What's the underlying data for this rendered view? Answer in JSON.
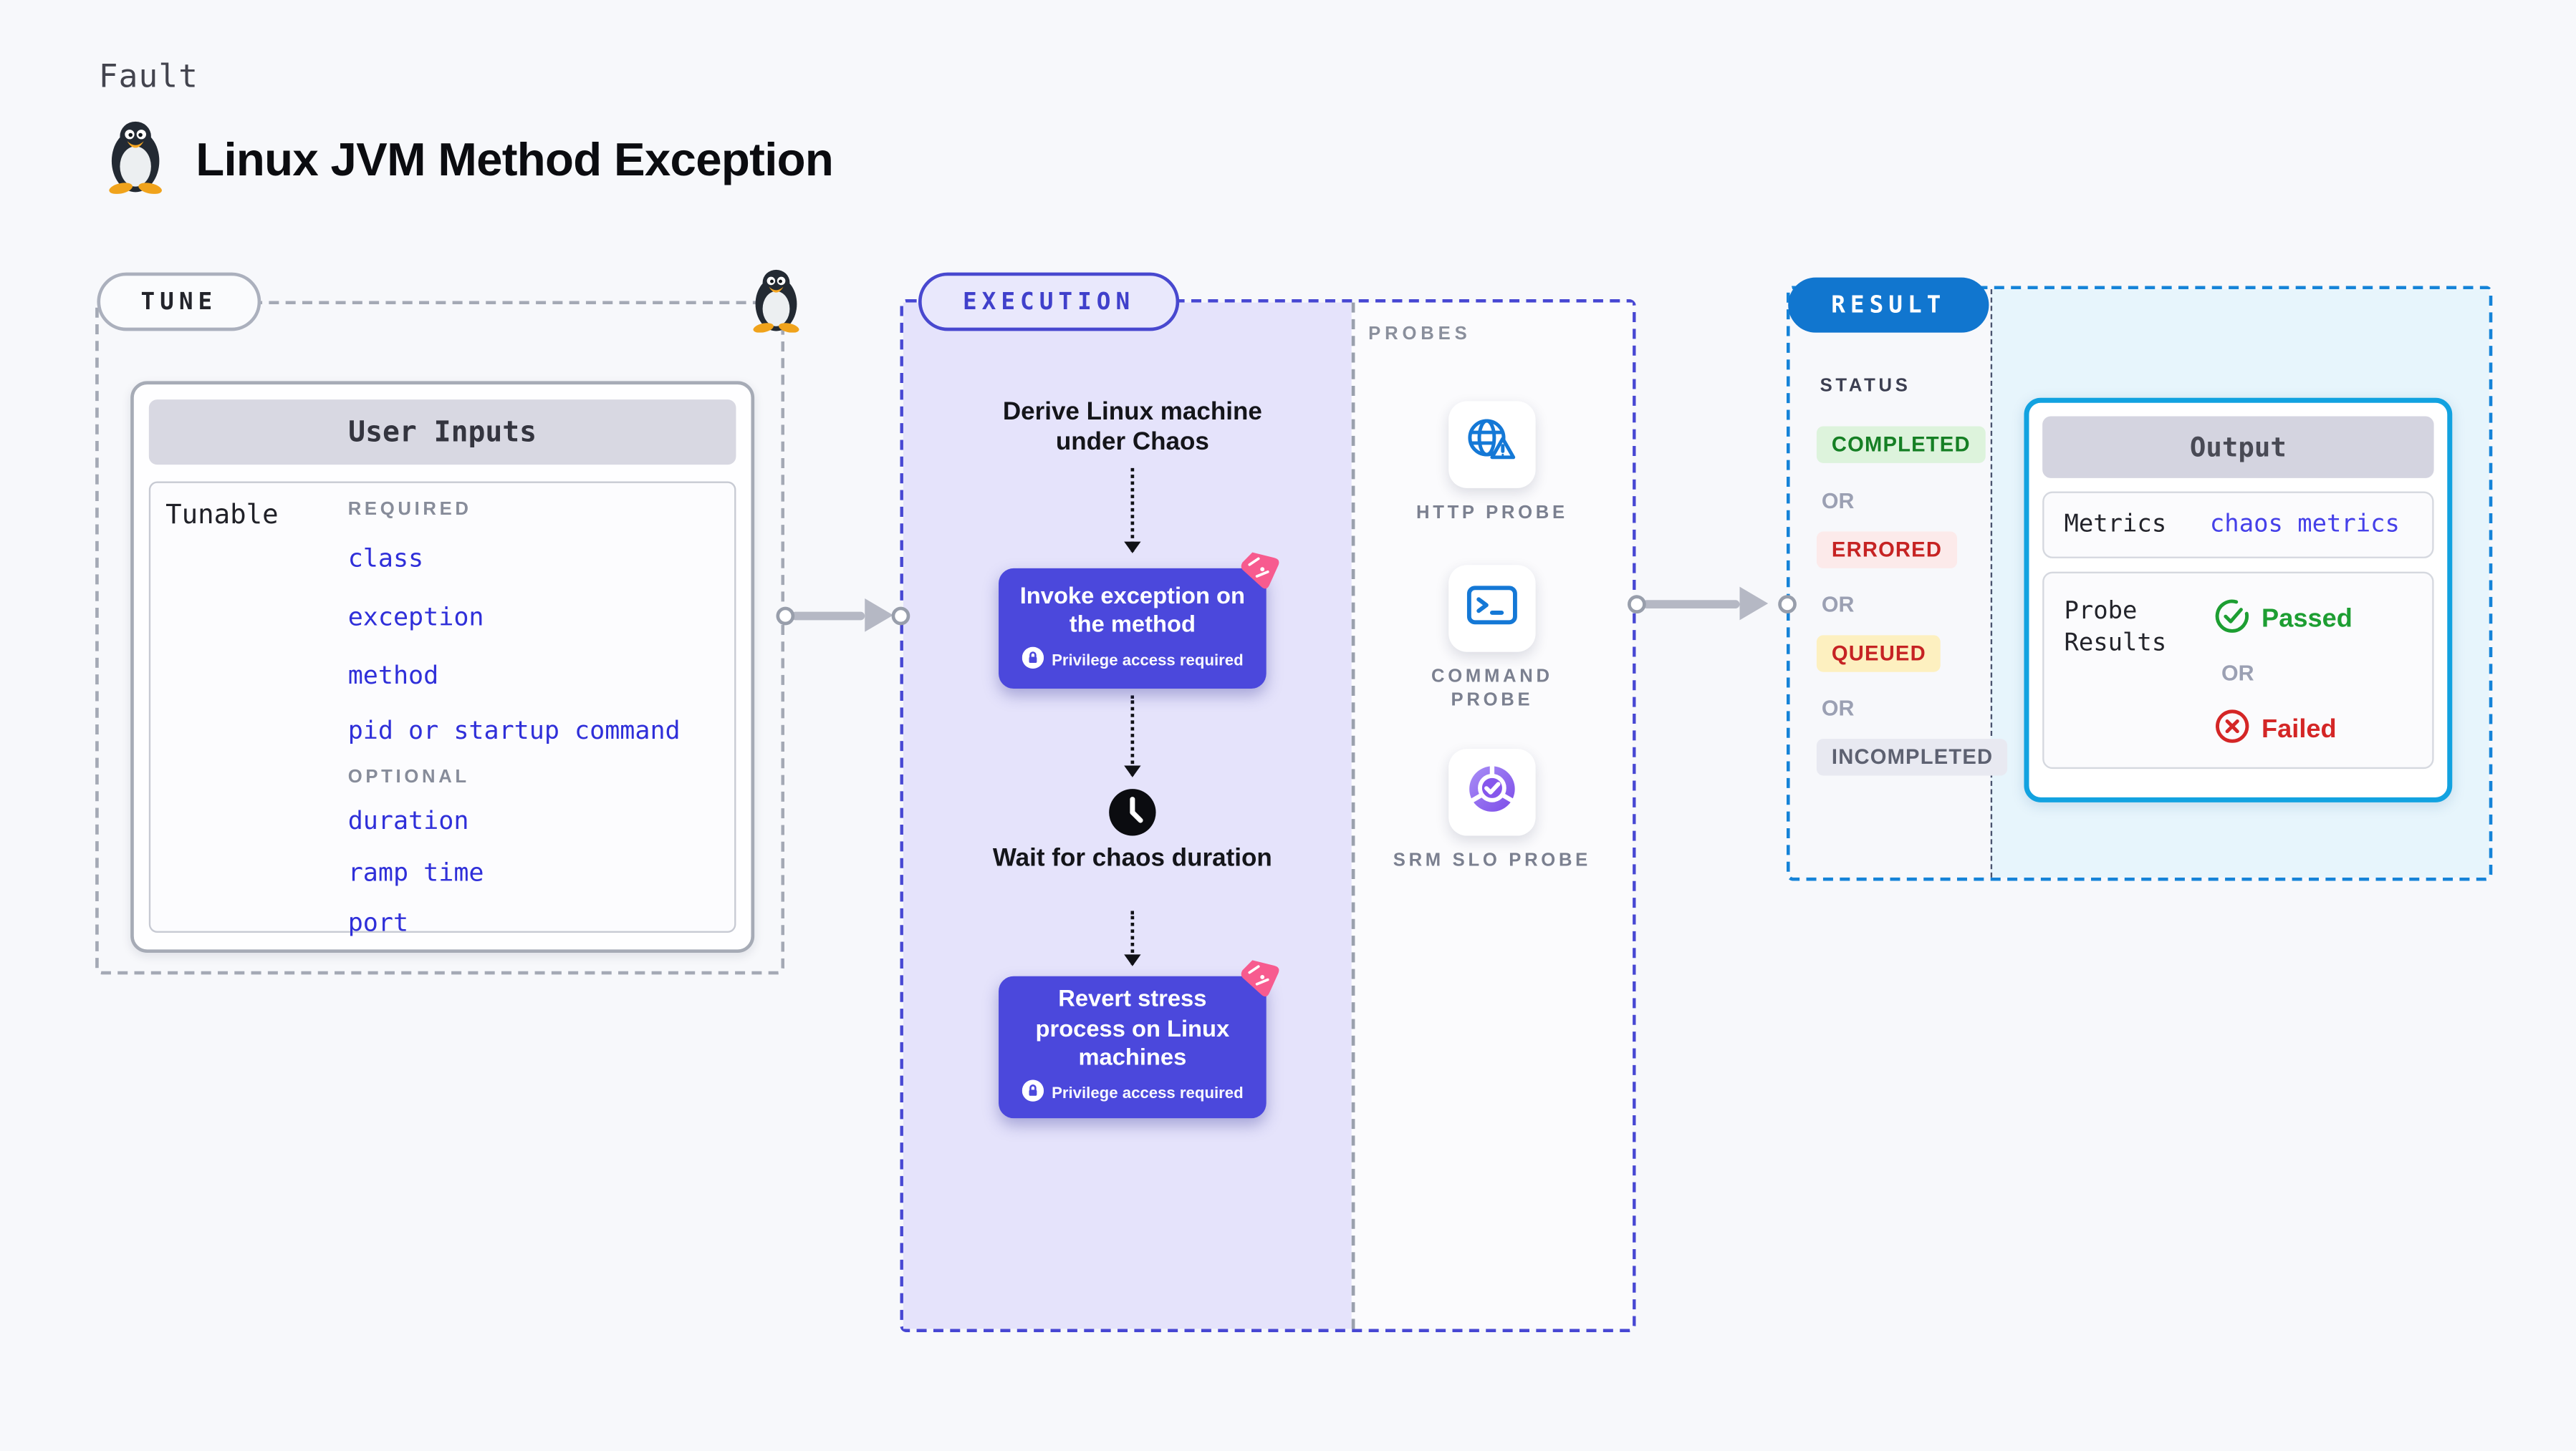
{
  "page": {
    "kicker": "Fault",
    "title": "Linux JVM Method Exception",
    "background": "#f7f8fb"
  },
  "tune": {
    "pill": "TUNE",
    "card_title": "User Inputs",
    "row_label": "Tunable",
    "required_label": "REQUIRED",
    "required_items": [
      "class",
      "exception",
      "method",
      "pid or startup command"
    ],
    "optional_label": "OPTIONAL",
    "optional_items": [
      "duration",
      "ramp time",
      "port"
    ]
  },
  "execution": {
    "pill": "EXECUTION",
    "derive_step": "Derive Linux machine under Chaos",
    "invoke_step": {
      "title": "Invoke exception on the method",
      "note": "Privilege access required"
    },
    "wait_step": "Wait for chaos duration",
    "revert_step": {
      "title": "Revert stress process on Linux machines",
      "note": "Privilege access required"
    }
  },
  "probes": {
    "heading": "PROBES",
    "items": [
      {
        "label": "HTTP PROBE",
        "icon": "globe-alert-icon"
      },
      {
        "label": "COMMAND PROBE",
        "icon": "terminal-icon"
      },
      {
        "label": "SRM SLO PROBE",
        "icon": "slo-pie-icon"
      }
    ]
  },
  "result": {
    "pill": "RESULT",
    "status_heading": "STATUS",
    "or_label": "OR",
    "statuses": [
      {
        "label": "COMPLETED",
        "bg": "#ddf3dc",
        "color": "#157f24"
      },
      {
        "label": "ERRORED",
        "bg": "#fceaea",
        "color": "#c62323"
      },
      {
        "label": "QUEUED",
        "bg": "#fdf0c0",
        "color": "#c62323"
      },
      {
        "label": "INCOMPLETED",
        "bg": "#e8e9f1",
        "color": "#5d6171"
      }
    ],
    "output": {
      "title": "Output",
      "metrics_label": "Metrics",
      "metrics_value": "chaos metrics",
      "probe_results_label": "Probe Results",
      "passed_label": "Passed",
      "or_label": "OR",
      "failed_label": "Failed"
    }
  },
  "colors": {
    "accent_indigo": "#4b48dc",
    "execution_fill": "#e5e3fb",
    "execution_border": "#4747d3",
    "tune_border": "#a4a9b5",
    "result_border": "#1583d8",
    "result_pill_blue": "#1176cf",
    "result_fill": "#e7f5fc",
    "output_card_border": "#12a2e0",
    "probe_icon_blue": "#1478d6",
    "tunable_link_blue": "#2f2fd9",
    "arrow_gray": "#b5b8c4",
    "chaos_badge_pink": "#f75b8f",
    "passed_green": "#1d9e32",
    "failed_red": "#d42626",
    "queued_yellow_bg": "#fdf0c0"
  }
}
